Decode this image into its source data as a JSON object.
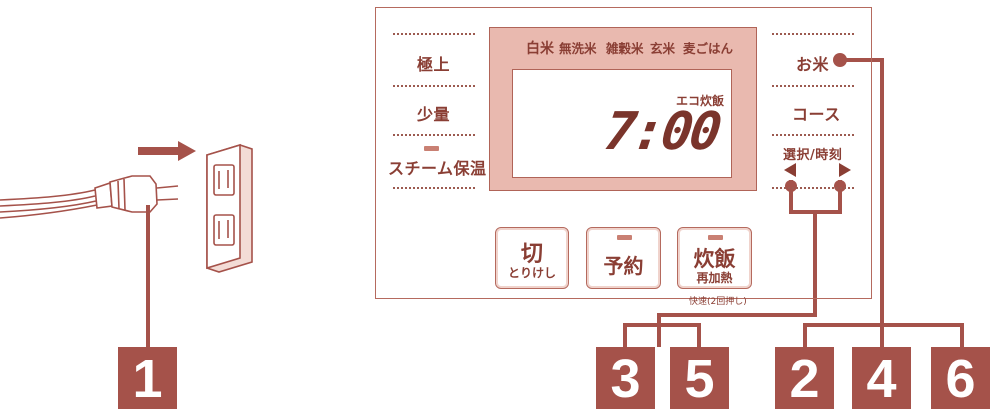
{
  "left_labels": {
    "premium": "極上",
    "small_amount": "少量",
    "steam_keep_warm": "スチーム保温"
  },
  "display": {
    "rice_types": [
      "白米",
      "無洗米",
      "雑穀米",
      "玄米",
      "麦ごはん"
    ],
    "mode": "エコ炊飯",
    "time": "7:00"
  },
  "right_labels": {
    "rice": "お米",
    "course": "コース",
    "select_time": "選択/時刻"
  },
  "buttons": {
    "off": {
      "main": "切",
      "sub": "とりけし"
    },
    "reserve": {
      "main": "予約"
    },
    "cook": {
      "main": "炊飯",
      "sub": "再加熱"
    }
  },
  "quick_note": "快速(2回押し)",
  "callouts": [
    "1",
    "3",
    "5",
    "2",
    "4",
    "6"
  ],
  "colors": {
    "accent": "#a5524a",
    "line": "#b56a5e",
    "lcd": "#e9b9af"
  }
}
